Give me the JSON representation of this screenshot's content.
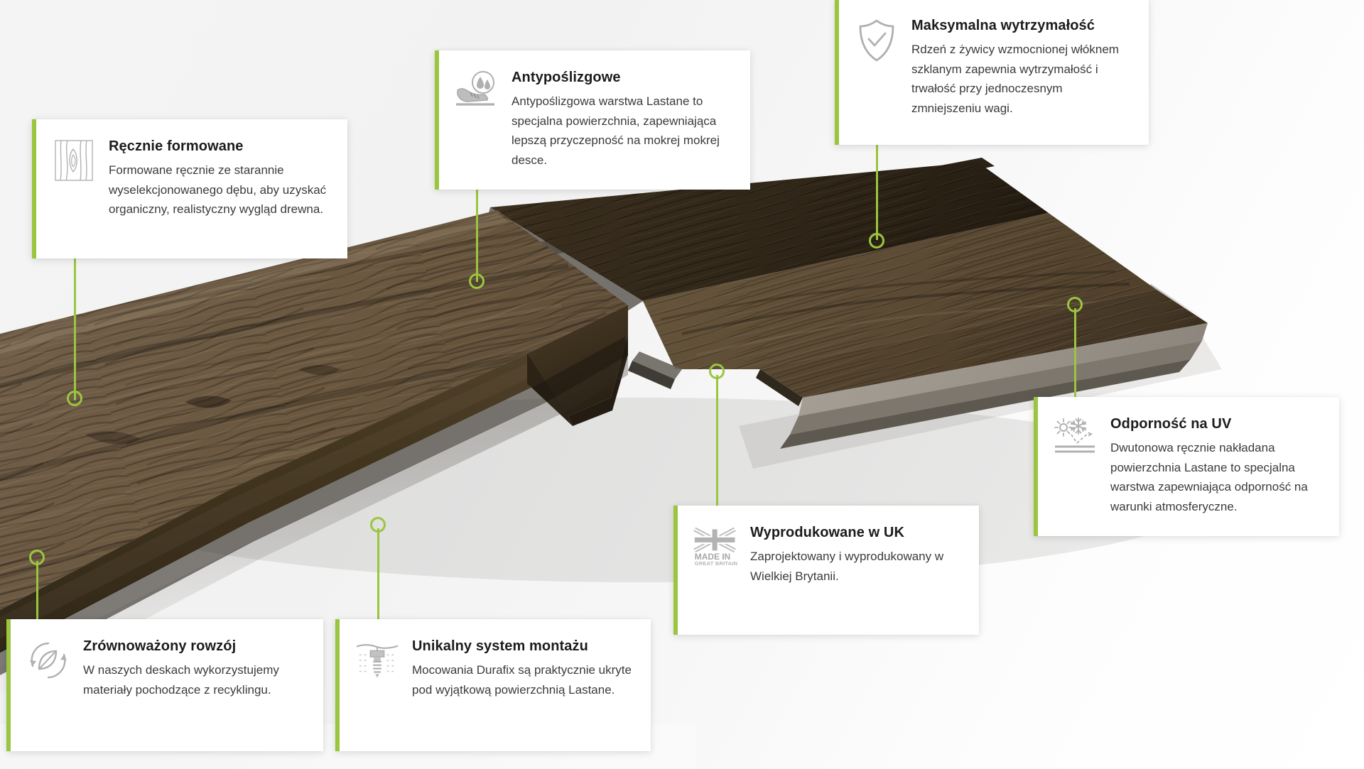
{
  "theme": {
    "accent_green": "#9ac63f",
    "card_background": "#ffffff",
    "page_background": "#f2f2f2",
    "title_color": "#1c1c1c",
    "body_color": "#3b3b3b",
    "icon_color": "#9c9c9c"
  },
  "product": {
    "name": "composite-decking-boards",
    "description": "Angled photograph of two dark brown wood-effect composite decking boards shown end-on with visible grain texture and grooved profile edges.",
    "tones": {
      "front_board_face": "#6d5a45",
      "front_board_edge": "#3d2f22",
      "rear_board_top": "#5a4a33",
      "rear_board_dark": "#2e2419",
      "underside_grey": "#9c958b"
    }
  },
  "cards": [
    {
      "id": "handcrafted",
      "icon": "wood-grain-icon",
      "title": "Ręcznie formowane",
      "text": "Formowane ręcznie ze starannie wyselekcjonowanego dębu, aby uzyskać organiczny, realistyczny wygląd drewna."
    },
    {
      "id": "antislip",
      "icon": "shoe-water-drops-icon",
      "title": "Antypoślizgowe",
      "text": "Antypoślizgowa warstwa Lastane to specjalna powierzchnia, zapewniająca lepszą przyczepność na mokrej mokrej desce."
    },
    {
      "id": "strength",
      "icon": "shield-check-icon",
      "title": "Maksymalna wytrzymałość",
      "text": "Rdzeń z żywicy wzmocnionej włóknem szklanym zapewnia wytrzymałość i trwałość przy jednoczesnym zmniejszeniu wagi."
    },
    {
      "id": "uv",
      "icon": "sun-snowflake-uv-icon",
      "title": "Odporność na UV",
      "text": "Dwutonowa ręcznie nakładana powierzchnia Lastane to specjalna warstwa zapewniająca odporność na warunki atmosferyczne."
    },
    {
      "id": "uk",
      "icon": "made-in-great-britain-icon",
      "title": "Wyprodukowane w UK",
      "text": "Zaprojektowany i wyprodukowany w Wielkiej Brytanii."
    },
    {
      "id": "sustainable",
      "icon": "recycle-leaf-icon",
      "title": "Zrównoważony rowzój",
      "text": "W naszych deskach wykorzystujemy materiały pochodzące z recyklingu."
    },
    {
      "id": "fixing",
      "icon": "hidden-screw-fixing-icon",
      "title": "Unikalny system montażu",
      "text": "Mocowania Durafix są praktycznie ukryte pod wyjątkową powierzchnią Lastane."
    }
  ],
  "uk_badge": {
    "line1": "MADE IN",
    "line2": "GREAT BRITAIN"
  }
}
